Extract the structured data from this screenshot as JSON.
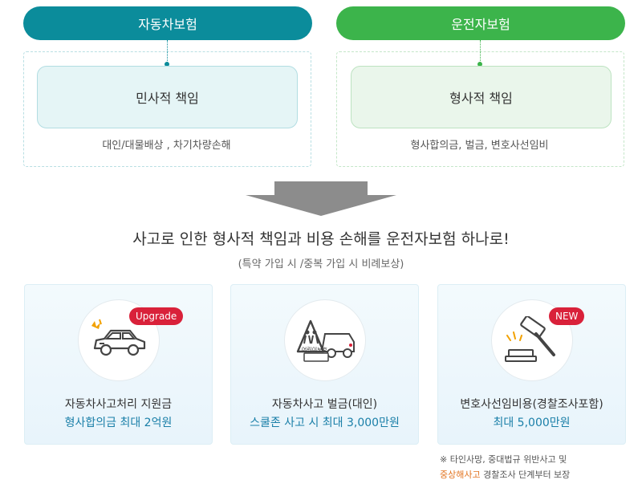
{
  "left": {
    "header": "자동차보험",
    "box_title": "민사적 책임",
    "box_sub": "대인/대물배상 , 차기차량손해"
  },
  "right": {
    "header": "운전자보험",
    "box_title": "형사적 책임",
    "box_sub": "형사합의금, 벌금, 변호사선임비"
  },
  "headline": "사고로 인한 형사적 책임과 비용 손해를 운전자보험 하나로!",
  "subhead": "(특약 가입 시 /중복 가입 시 비례보상)",
  "cards": [
    {
      "icon": "car-accident-icon",
      "badge": "Upgrade",
      "title": "자동차사고처리 지원금",
      "value": "형사합의금 최대 2억원"
    },
    {
      "icon": "school-zone-car-icon",
      "icon_text": "어린이보호",
      "title": "자동차사고 벌금(대인)",
      "value": "스쿨존 사고 시 최대 3,000만원"
    },
    {
      "icon": "gavel-icon",
      "badge": "NEW",
      "title": "변호사선임비용(경찰조사포함)",
      "value": "최대 5,000만원"
    }
  ],
  "note": {
    "line1": "※ 타인사망, 중대법규 위반사고 및",
    "line2_highlight": "중상해사고",
    "line2_rest": " 경찰조사 단계부터 보장"
  },
  "colors": {
    "teal": "#0b8c9b",
    "green": "#3cb44b",
    "value_blue": "#1a7fa8",
    "badge_red": "#d9213a",
    "highlight_orange": "#e2731f"
  }
}
